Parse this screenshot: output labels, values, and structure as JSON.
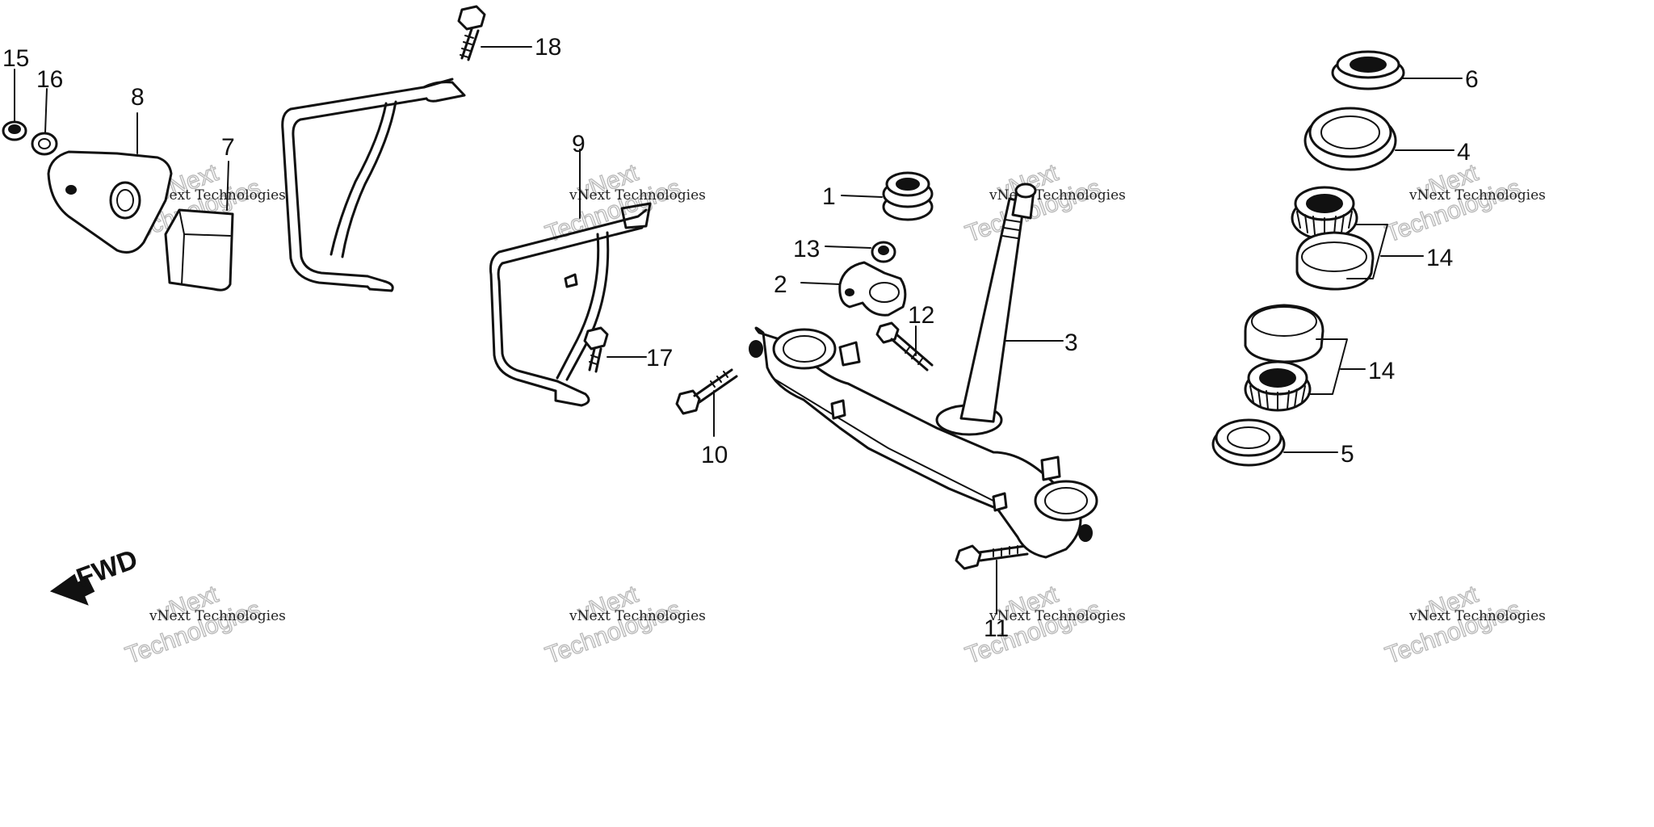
{
  "callouts": {
    "c1": "1",
    "c2": "2",
    "c3": "3",
    "c4": "4",
    "c5": "5",
    "c6": "6",
    "c7": "7",
    "c8": "8",
    "c9": "9",
    "c10": "10",
    "c11": "11",
    "c12": "12",
    "c13": "13",
    "c14a": "14",
    "c14b": "14",
    "c15": "15",
    "c16": "16",
    "c17": "17",
    "c18": "18"
  },
  "direction": {
    "label": "FWD"
  },
  "watermark": {
    "line1": "vNext Technologies",
    "big1": "vNext",
    "big2": "Technologies"
  }
}
